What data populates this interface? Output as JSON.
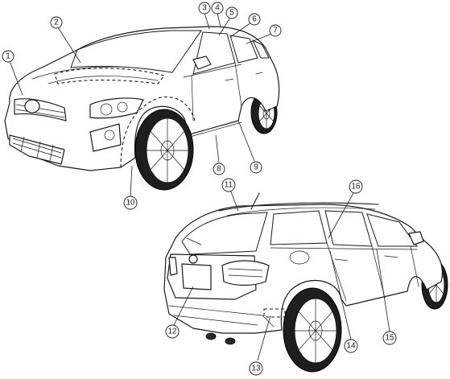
{
  "callouts": [
    {
      "id": "1",
      "label": "1"
    },
    {
      "id": "2",
      "label": "2"
    },
    {
      "id": "3",
      "label": "3"
    },
    {
      "id": "4",
      "label": "4"
    },
    {
      "id": "5",
      "label": "5"
    },
    {
      "id": "6",
      "label": "6"
    },
    {
      "id": "7",
      "label": "7"
    },
    {
      "id": "8",
      "label": "8"
    },
    {
      "id": "9",
      "label": "9"
    },
    {
      "id": "10",
      "label": "10"
    },
    {
      "id": "11",
      "label": "11"
    },
    {
      "id": "12",
      "label": "12"
    },
    {
      "id": "13",
      "label": "13"
    },
    {
      "id": "14",
      "label": "14"
    },
    {
      "id": "15",
      "label": "15"
    },
    {
      "id": "16",
      "label": "16"
    }
  ],
  "colors": {
    "line": "#1a1a1a",
    "background": "#ffffff",
    "tire": "#1e1e1e"
  }
}
